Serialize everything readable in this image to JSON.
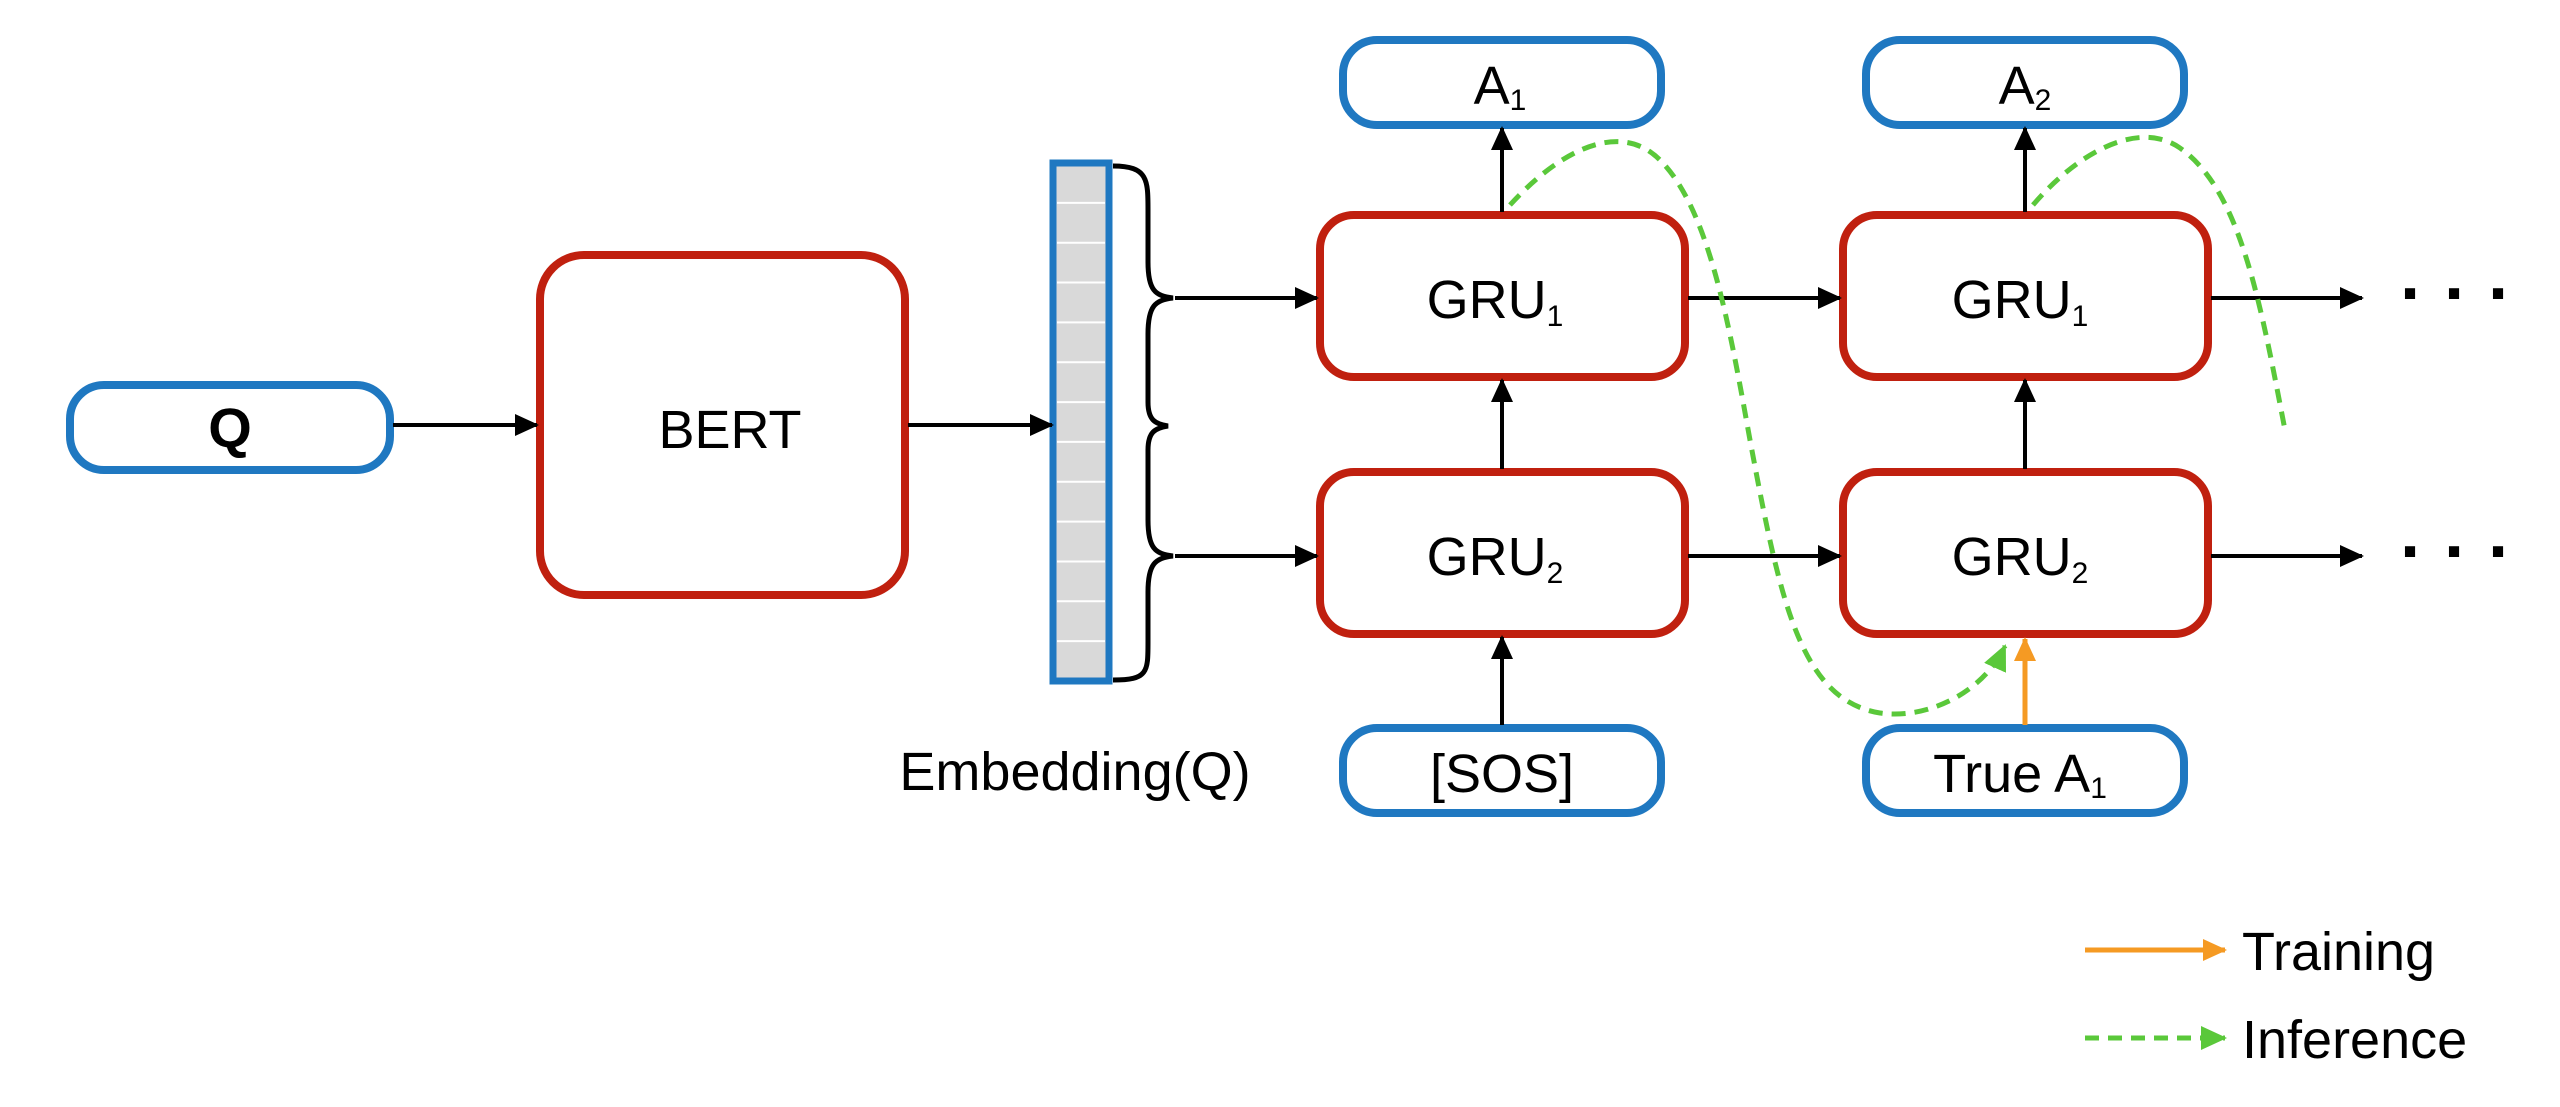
{
  "colors": {
    "input_output_border": "#1f78c1",
    "module_border": "#c0200f",
    "embedding_fill": "#d9d9d9",
    "arrow": "#000000",
    "training": "#f59a23",
    "inference": "#5ac83a"
  },
  "nodes": {
    "q": {
      "base": "Q",
      "sub": ""
    },
    "bert": {
      "base": "BERT",
      "sub": ""
    },
    "embedding": {
      "base": "Embedding(Q)",
      "sub": ""
    },
    "a1": {
      "base": "A",
      "sub": "1"
    },
    "a2": {
      "base": "A",
      "sub": "2"
    },
    "gru1_step1": {
      "base": "GRU",
      "sub": "1"
    },
    "gru1_step2": {
      "base": "GRU",
      "sub": "1"
    },
    "gru2_step1": {
      "base": "GRU",
      "sub": "2"
    },
    "gru2_step2": {
      "base": "GRU",
      "sub": "2"
    },
    "sos": {
      "base": "[SOS]",
      "sub": ""
    },
    "true_a1": {
      "base": "True A",
      "sub": "1"
    }
  },
  "continuation": "· · ·",
  "legend": {
    "training": "Training",
    "inference": "Inference"
  }
}
